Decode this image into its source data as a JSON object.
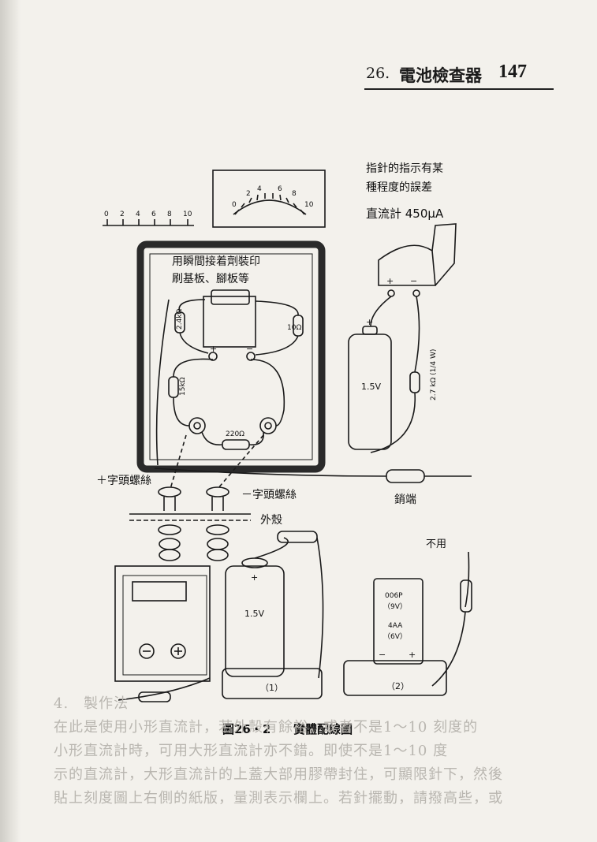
{
  "header": {
    "chapter_number": "26.",
    "chapter_title": "電池檢查器",
    "page_number": "147"
  },
  "figure": {
    "caption_number": "圖26・2",
    "caption_title": "實體配線圖",
    "note_error": [
      "指針的指示有某",
      "種程度的誤差"
    ],
    "meter_label": "直流計 450μA",
    "board_note": [
      "用瞬間接着劑裝印",
      "刷基板、腳板等"
    ],
    "resistor_2k4": "2.4kΩ",
    "resistor_10": "10Ω",
    "resistor_15k": "15kΩ",
    "resistor_220": "220Ω",
    "resistor_2k7": "2.7 kΩ (1/4 W)",
    "battery_main": "1.5V",
    "battery_bottom": "1.5V",
    "plus_screw": "＋字頭螺絲",
    "minus_screw": "－字頭螺絲",
    "case_label": "外殼",
    "pin_label": "銷端",
    "unused_label": "不用",
    "sub1_label": "（1）",
    "sub2_label": "（2）",
    "battery_006p": [
      "006P",
      "（9V）",
      "4AA",
      "（6V）"
    ],
    "scale_ticks": [
      "0",
      "2",
      "4",
      "6",
      "8",
      "10"
    ],
    "plus_sign": "+",
    "minus_sign": "−"
  },
  "body_text": [
    "4.　製作法",
    "在此是使用小形直流計，若外殼有餘裕，或者不是1～10 刻度的",
    "小形直流計時，可用大形直流計亦不錯。即使不是1～10 度",
    "示的直流計，大形直流計的上蓋大部用膠帶封住，可顯限針下，然後",
    "貼上刻度圖上右側的紙版，量測表示欄上。若針擺動，請撥高些，或"
  ]
}
